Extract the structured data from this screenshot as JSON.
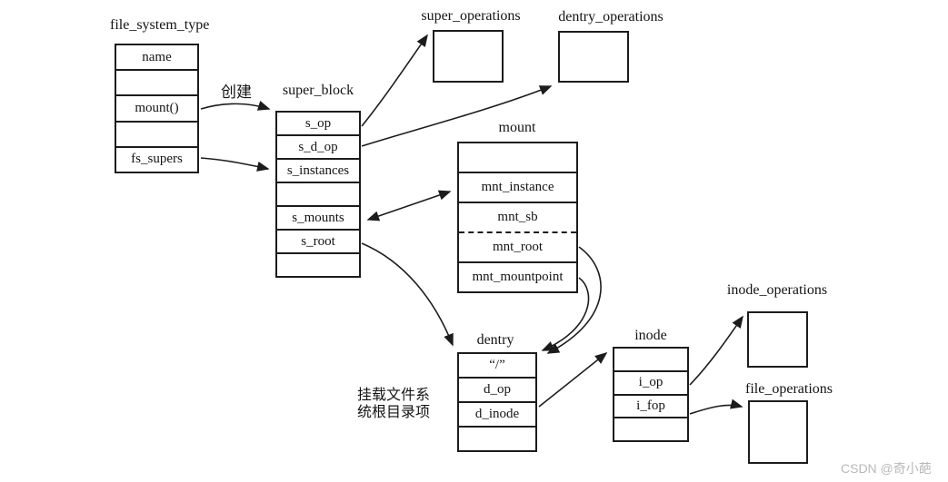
{
  "structs": {
    "file_system_type": {
      "title": "file_system_type",
      "rows": [
        "name",
        "",
        "mount()",
        "",
        "fs_supers"
      ]
    },
    "super_block": {
      "title": "super_block",
      "rows": [
        "s_op",
        "s_d_op",
        "s_instances",
        "",
        "s_mounts",
        "s_root",
        ""
      ]
    },
    "super_operations": {
      "title": "super_operations"
    },
    "dentry_operations": {
      "title": "dentry_operations"
    },
    "mount": {
      "title": "mount",
      "rows": [
        "",
        "mnt_instance",
        "mnt_sb",
        "mnt_root",
        "mnt_mountpoint"
      ]
    },
    "dentry": {
      "title": "dentry",
      "rows": [
        "“/”",
        "d_op",
        "d_inode",
        ""
      ]
    },
    "inode": {
      "title": "inode",
      "rows": [
        "",
        "i_op",
        "i_fop",
        ""
      ]
    },
    "inode_operations": {
      "title": "inode_operations"
    },
    "file_operations": {
      "title": "file_operations"
    }
  },
  "annotations": {
    "create_label": "创建",
    "root_dentry_note_line1": "挂载文件系",
    "root_dentry_note_line2": "统根目录项",
    "watermark": "CSDN @奇小葩"
  },
  "colors": {
    "line": "#1c1c1c",
    "watermark": "#b9b9b9",
    "background": "#ffffff"
  }
}
